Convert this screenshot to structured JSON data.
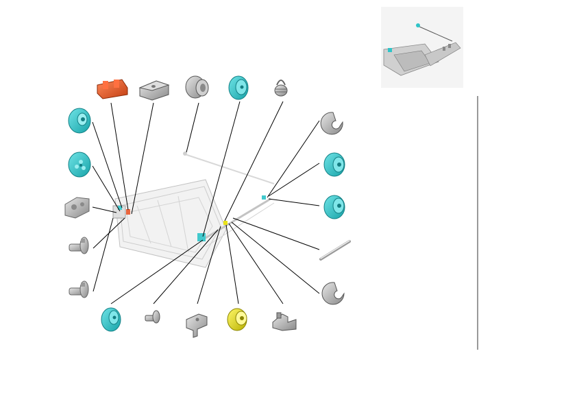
{
  "diagram": {
    "kind": "exploded-parts-view",
    "colors": {
      "background": "#ffffff",
      "gear_cyan": "#2ec4c8",
      "gear_cyan_dark": "#1a9aa0",
      "part_orange": "#e8562a",
      "part_grey": "#b8b8b8",
      "part_yellow": "#e8e000",
      "frame_grey": "#d8d8d8",
      "leader_line": "#000000"
    },
    "parts": [
      {
        "id": "gear-left-top",
        "shape": "cyan-gear"
      },
      {
        "id": "gear-left-mid",
        "shape": "cyan-gear"
      },
      {
        "id": "bracket-plate-left",
        "shape": "grey-bracket"
      },
      {
        "id": "pin-left-upper",
        "shape": "grey-pin"
      },
      {
        "id": "pin-left-lower",
        "shape": "grey-pin"
      },
      {
        "id": "clip-orange",
        "shape": "orange-clip"
      },
      {
        "id": "block-grey",
        "shape": "grey-block"
      },
      {
        "id": "bushing-grey",
        "shape": "grey-bushing"
      },
      {
        "id": "pulley-cyan-top",
        "shape": "cyan-pulley"
      },
      {
        "id": "spring-grey",
        "shape": "grey-spring"
      },
      {
        "id": "e-ring-right-top",
        "shape": "e-ring"
      },
      {
        "id": "gear-right-upper",
        "shape": "cyan-gear"
      },
      {
        "id": "gear-right-mid",
        "shape": "cyan-gear"
      },
      {
        "id": "shaft-rod",
        "shape": "rod"
      },
      {
        "id": "e-ring-right-bottom",
        "shape": "e-ring"
      },
      {
        "id": "gear-bottom-left",
        "shape": "cyan-gear"
      },
      {
        "id": "screw-bottom",
        "shape": "grey-screw"
      },
      {
        "id": "bracket-bottom-a",
        "shape": "grey-bracket"
      },
      {
        "id": "gear-yellow",
        "shape": "yellow-gear"
      },
      {
        "id": "bracket-bottom-b",
        "shape": "grey-bracket"
      }
    ]
  }
}
